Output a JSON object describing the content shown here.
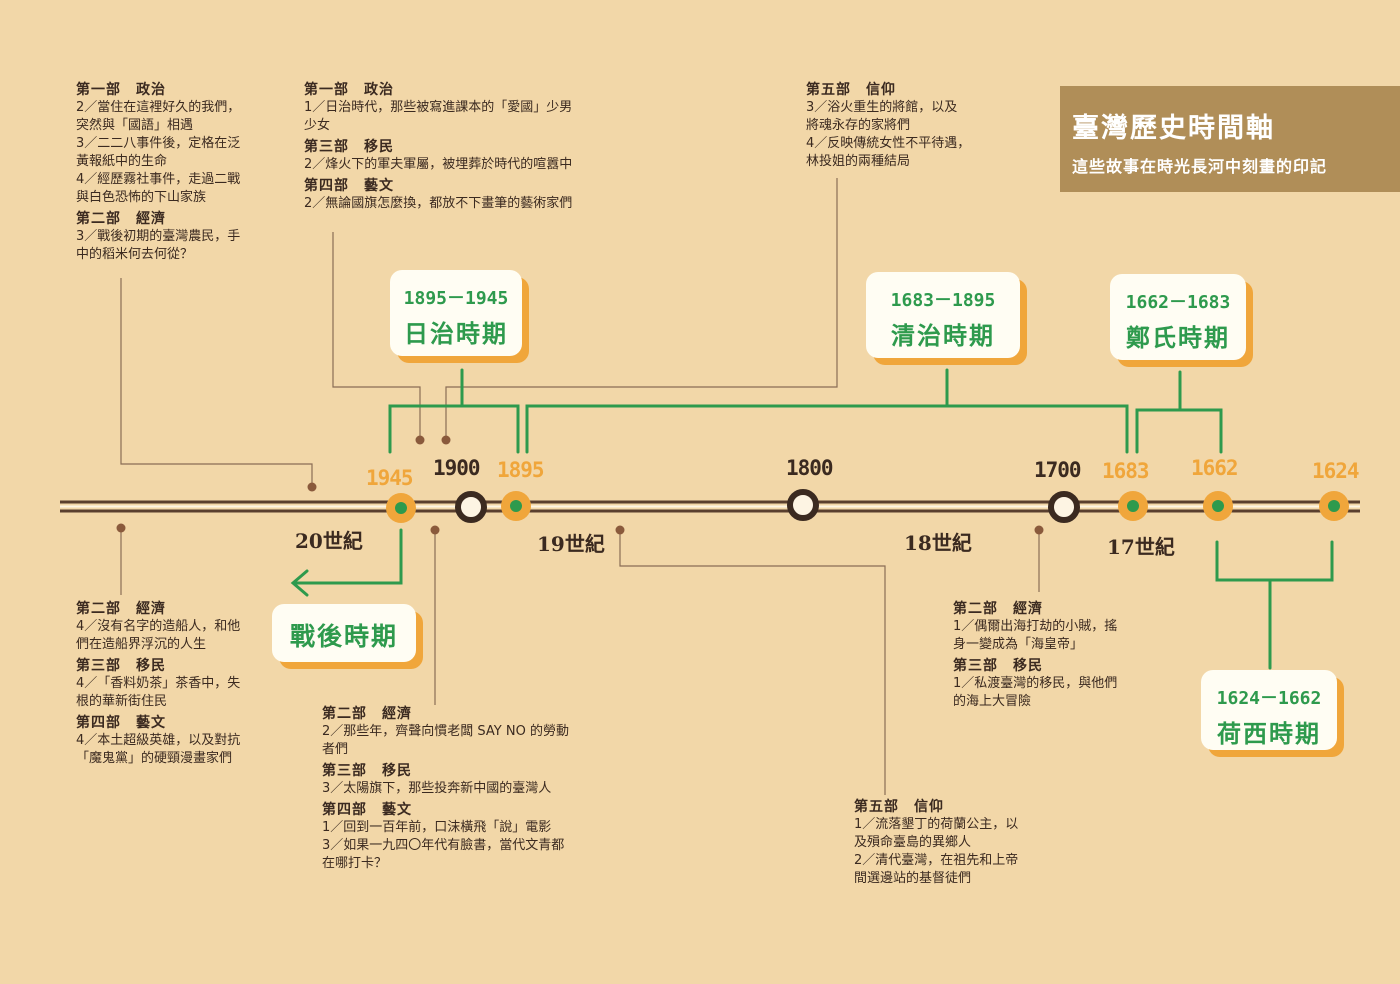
{
  "title": {
    "main": "臺灣歷史時間軸",
    "sub": "這些故事在時光長河中刻畫的印記"
  },
  "colors": {
    "background": "#f2d7a8",
    "title_box": "#b08e58",
    "orange": "#f0a63b",
    "green": "#2e9a4d",
    "brown": "#3b2a20",
    "line": "#8a6d56"
  },
  "years": {
    "y1945": "1945",
    "y1900": "1900",
    "y1895": "1895",
    "y1800": "1800",
    "y1700": "1700",
    "y1683": "1683",
    "y1662": "1662",
    "y1624": "1624"
  },
  "centuries": {
    "c20": "20世紀",
    "c19": "19世紀",
    "c18": "18世紀",
    "c17": "17世紀"
  },
  "periods": {
    "japanese": {
      "range": "1895－1945",
      "name": "日治時期"
    },
    "qing": {
      "range": "1683－1895",
      "name": "清治時期"
    },
    "zheng": {
      "range": "1662－1683",
      "name": "鄭氏時期"
    },
    "dutch": {
      "range": "1624－1662",
      "name": "荷西時期"
    },
    "postwar": {
      "name": "戰後時期"
    }
  },
  "blocks": {
    "b1": {
      "h1": "第一部　政治",
      "i1": "2／當住在這裡好久的我們，\n突然與「國語」相遇",
      "i2": "3／二二八事件後，定格在泛\n黃報紙中的生命",
      "i3": "4／經歷霧社事件，走過二戰\n與白色恐怖的下山家族",
      "h2": "第二部　經濟",
      "i4": "3／戰後初期的臺灣農民，手\n中的稻米何去何從？"
    },
    "b2": {
      "h1": "第一部　政治",
      "i1": "1／日治時代，那些被寫進課本的「愛國」少男\n少女",
      "h2": "第三部　移民",
      "i2": "2／烽火下的軍夫軍屬，被埋葬於時代的喧囂中",
      "h3": "第四部　藝文",
      "i3": "2／無論國旗怎麼換，都放不下畫筆的藝術家們"
    },
    "b3": {
      "h1": "第五部　信仰",
      "i1": "3／浴火重生的將館，以及\n將魂永存的家將們",
      "i2": "4／反映傳統女性不平待遇，\n林投姐的兩種結局"
    },
    "b4": {
      "h1": "第二部　經濟",
      "i1": "4／沒有名字的造船人，和他\n們在造船界浮沉的人生",
      "h2": "第三部　移民",
      "i2": "4／「香料奶茶」茶香中，失\n根的華新街住民",
      "h3": "第四部　藝文",
      "i3": "4／本土超級英雄，以及對抗\n「魔鬼黨」的硬頸漫畫家們"
    },
    "b5": {
      "h1": "第二部　經濟",
      "i1": "2／那些年，齊聲向慣老闆 SAY NO 的勞動\n者們",
      "h2": "第三部　移民",
      "i2": "3／太陽旗下，那些投奔新中國的臺灣人",
      "h3": "第四部　藝文",
      "i3": "1／回到一百年前，口沫橫飛「說」電影",
      "i4": "3／如果一九四〇年代有臉書，當代文青都\n在哪打卡？"
    },
    "b6": {
      "h1": "第二部　經濟",
      "i1": "1／偶爾出海打劫的小賊，搖\n身一變成為「海皇帝」",
      "h2": "第三部　移民",
      "i2": "1／私渡臺灣的移民，與他們\n的海上大冒險"
    },
    "b7": {
      "h1": "第五部　信仰",
      "i1": "1／流落墾丁的荷蘭公主，以\n及殞命臺島的異鄉人",
      "i2": "2／清代臺灣，在祖先和上帝\n間選邊站的基督徒們"
    }
  }
}
